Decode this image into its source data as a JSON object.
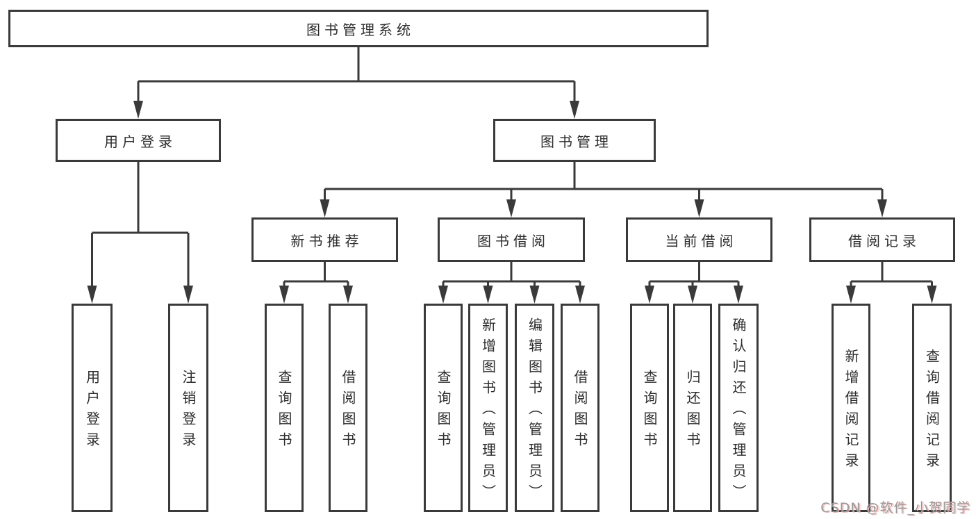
{
  "tree": {
    "label": "图书管理系统",
    "children": [
      {
        "label": "用户登录",
        "children": [
          {
            "label": "用户登录"
          },
          {
            "label": "注销登录"
          }
        ]
      },
      {
        "label": "图书管理",
        "children": [
          {
            "label": "新书推荐",
            "children": [
              {
                "label": "查询图书"
              },
              {
                "label": "借阅图书"
              }
            ]
          },
          {
            "label": "图书借阅",
            "children": [
              {
                "label": "查询图书"
              },
              {
                "label": "新增图书（管理员）"
              },
              {
                "label": "编辑图书（管理员）"
              },
              {
                "label": "借阅图书"
              }
            ]
          },
          {
            "label": "当前借阅",
            "children": [
              {
                "label": "查询图书"
              },
              {
                "label": "归还图书"
              },
              {
                "label": "确认归还（管理员）"
              }
            ]
          },
          {
            "label": "借阅记录",
            "children": [
              {
                "label": "新增借阅记录"
              },
              {
                "label": "查询借阅记录"
              }
            ]
          }
        ]
      }
    ]
  },
  "watermark": "CSDN @软件_小贺同学",
  "colors": {
    "line": "#3a3a3a",
    "text": "#2d2d2d",
    "box_fill": "#ffffff",
    "watermark_gray": "#949494",
    "watermark_pink": "#f6b4b4"
  }
}
